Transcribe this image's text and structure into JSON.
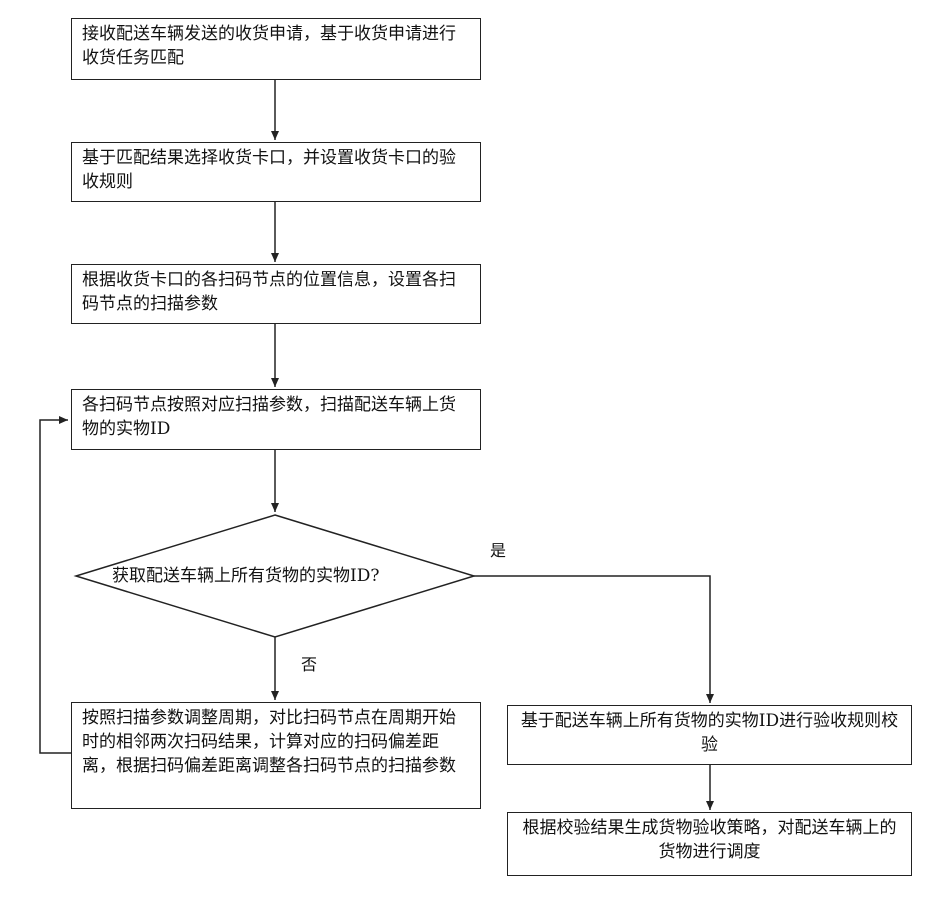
{
  "steps": {
    "s1": "接收配送车辆发送的收货申请，基于收货申请进行收货任务匹配",
    "s2": "基于匹配结果选择收货卡口，并设置收货卡口的验收规则",
    "s3": "根据收货卡口的各扫码节点的位置信息，设置各扫码节点的扫描参数",
    "s4": "各扫码节点按照对应扫描参数，扫描配送车辆上货物的实物ID",
    "decision": "获取配送车辆上所有货物的实物ID?",
    "s5": "按照扫描参数调整周期，对比扫码节点在周期开始时的相邻两次扫码结果，计算对应的扫码偏差距离，根据扫码偏差距离调整各扫码节点的扫描参数",
    "s6": "基于配送车辆上所有货物的实物ID进行验收规则校验",
    "s7": "根据校验结果生成货物验收策略，对配送车辆上的货物进行调度"
  },
  "labels": {
    "yes": "是",
    "no": "否"
  }
}
